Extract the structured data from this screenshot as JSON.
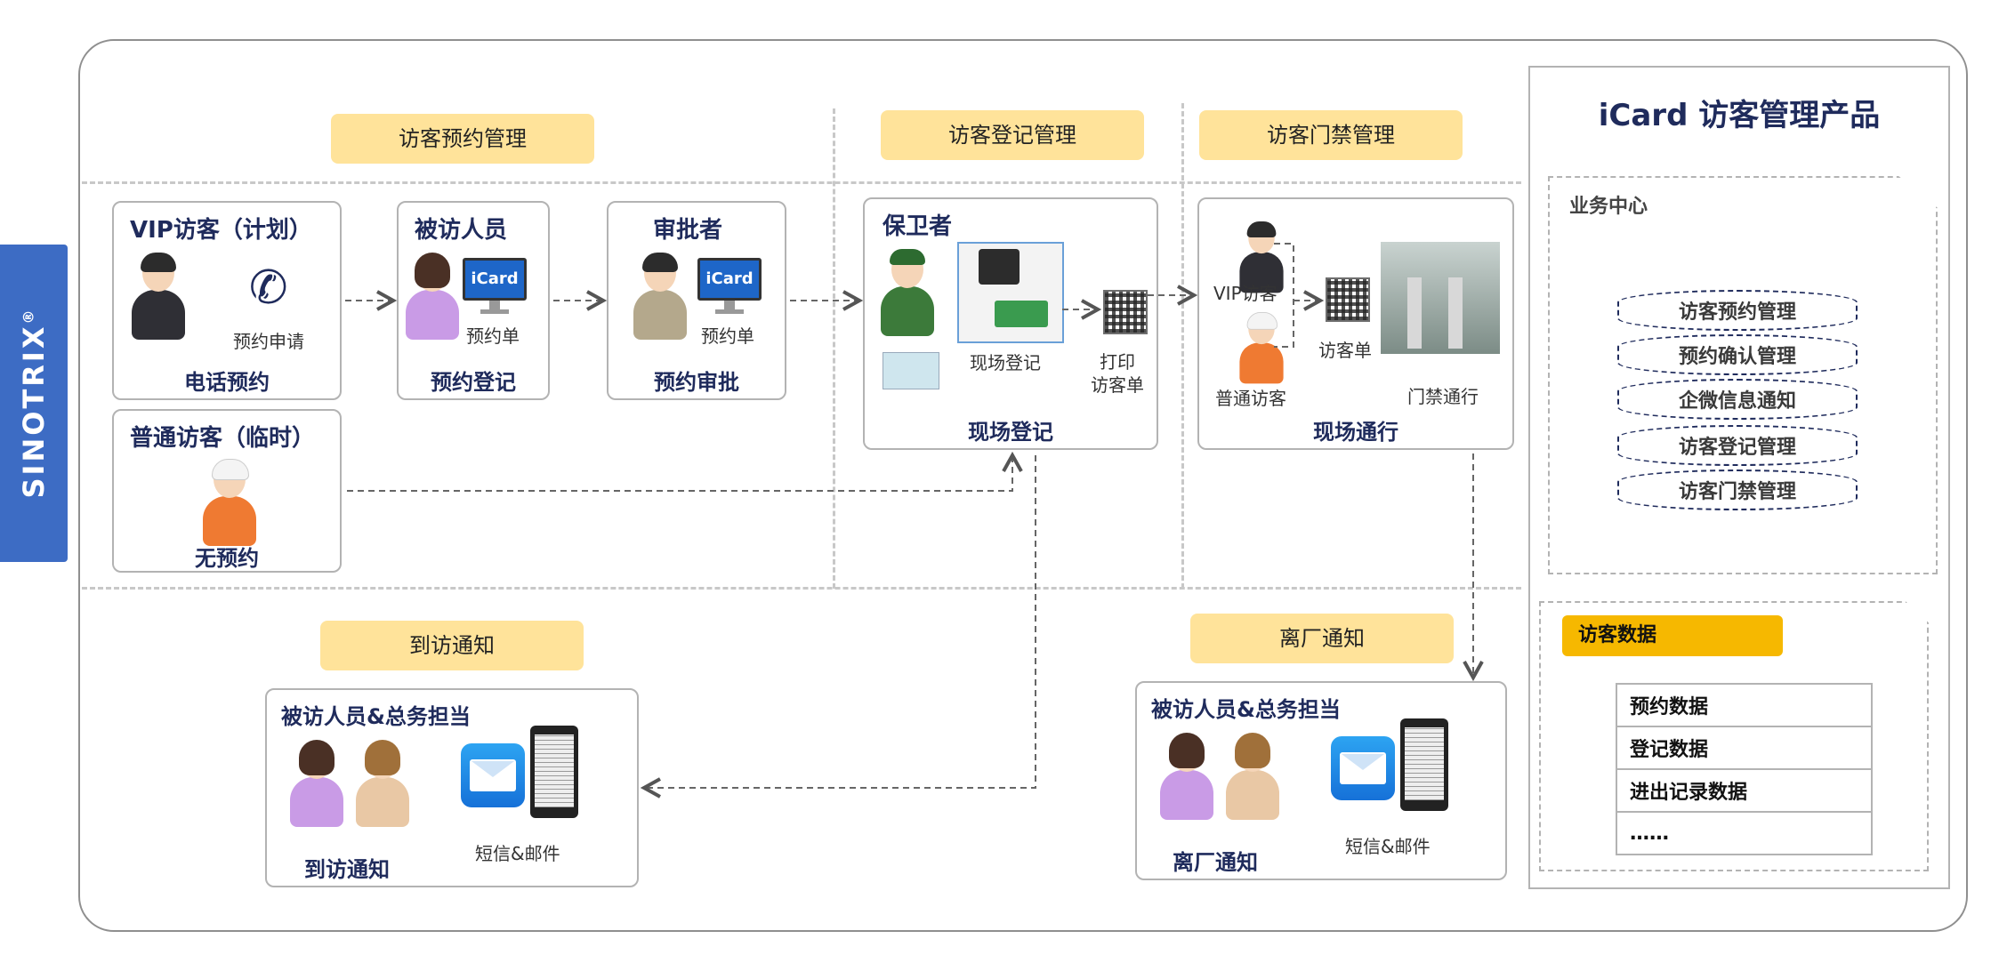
{
  "brand": "SINOTRIX",
  "brand_mark": "®",
  "product_title": "iCard 访客管理产品",
  "sections": {
    "booking": "访客预约管理",
    "registration": "访客登记管理",
    "access": "访客门禁管理",
    "arrival": "到访通知",
    "departure": "离厂通知"
  },
  "vip": {
    "title": "VIP访客（计划）",
    "icon_label": "预约申请",
    "caption": "电话预约"
  },
  "host": {
    "title": "被访人员",
    "icon_label": "预约单",
    "caption": "预约登记",
    "screen": "iCard"
  },
  "approver": {
    "title": "审批者",
    "icon_label": "预约单",
    "caption": "预约审批",
    "screen": "iCard"
  },
  "walkin": {
    "title": "普通访客（临时）",
    "caption": "无预约"
  },
  "guard": {
    "title": "保卫者",
    "device_label": "现场登记",
    "print_label": "打印\n访客单",
    "caption": "现场登记"
  },
  "gate": {
    "vip_label": "VIP访客",
    "normal_label": "普通访客",
    "slip_label": "访客单",
    "gate_label": "门禁通行",
    "caption": "现场通行"
  },
  "arrival_box": {
    "title": "被访人员&总务担当",
    "msg_label": "短信&邮件",
    "caption": "到访通知"
  },
  "departure_box": {
    "title": "被访人员&总务担当",
    "msg_label": "短信&邮件",
    "caption": "离厂通知"
  },
  "business_center": {
    "title": "业务中心",
    "modules": [
      "访客预约管理",
      "预约确认管理",
      "企微信息通知",
      "访客登记管理",
      "访客门禁管理"
    ]
  },
  "visitor_data": {
    "title": "访客数据",
    "rows": [
      "预约数据",
      "登记数据",
      "进出记录数据",
      "……"
    ]
  },
  "colors": {
    "brand_blue": "#3d6cc4",
    "pill_yellow": "#ffe39a",
    "data_tag": "#f6b800",
    "navy": "#1f2b5c"
  }
}
